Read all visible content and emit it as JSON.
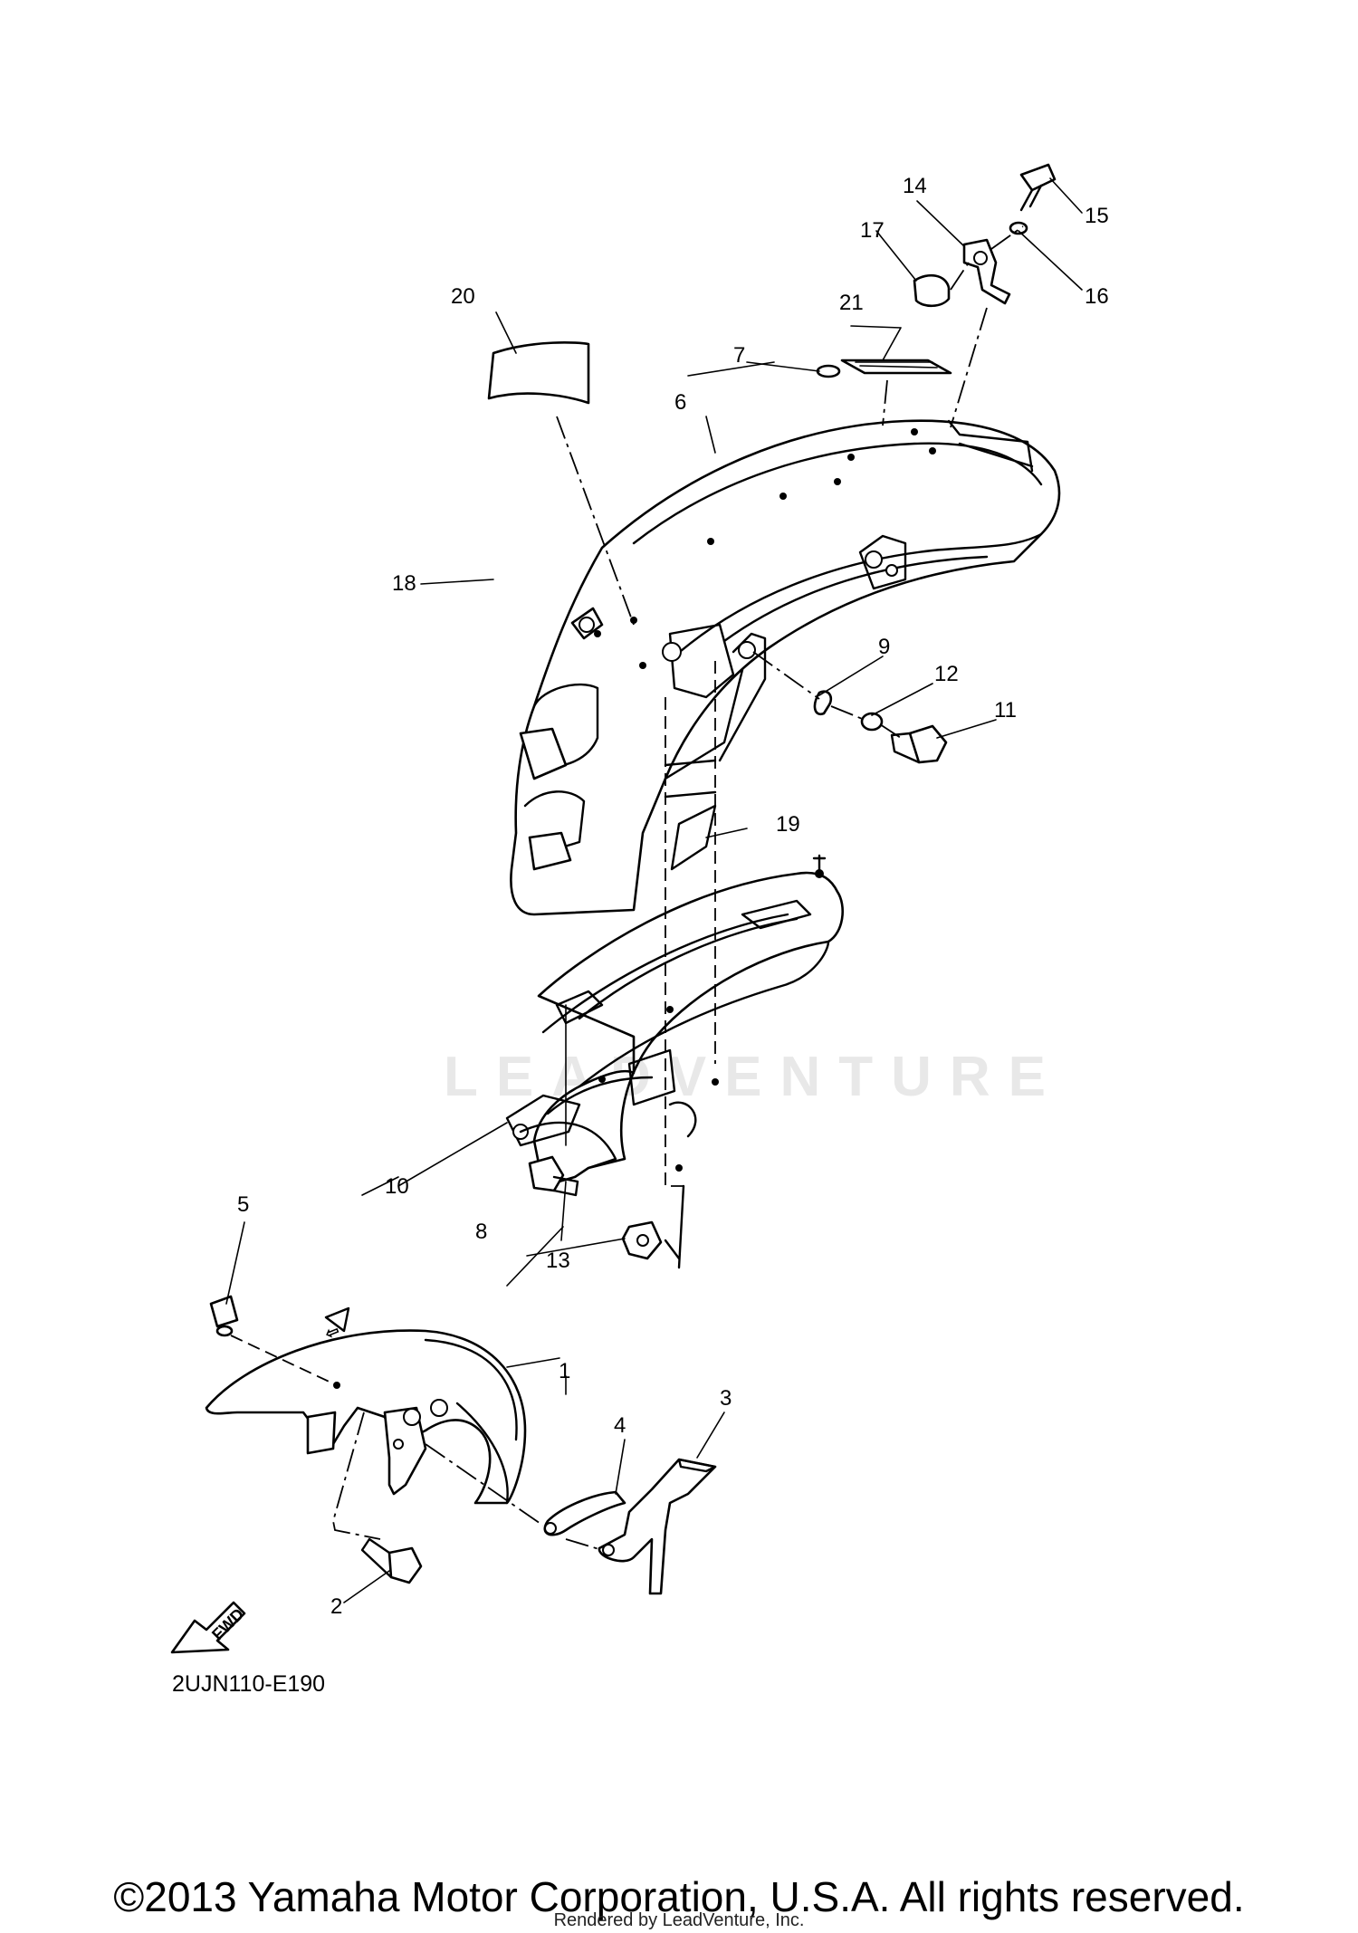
{
  "diagram": {
    "callouts": [
      "1",
      "2",
      "3",
      "4",
      "5",
      "6",
      "7",
      "8",
      "9",
      "10",
      "11",
      "12",
      "13",
      "14",
      "15",
      "16",
      "17",
      "18",
      "19",
      "20",
      "21"
    ],
    "diagram_code": "2UJN110-E190",
    "fwd_label": "FWD",
    "watermark": "LEADVENTURE"
  },
  "footer": {
    "copyright": "©2013 Yamaha Motor Corporation, U.S.A. All rights reserved.",
    "rendered_by": "Rendered by LeadVenture, Inc."
  }
}
